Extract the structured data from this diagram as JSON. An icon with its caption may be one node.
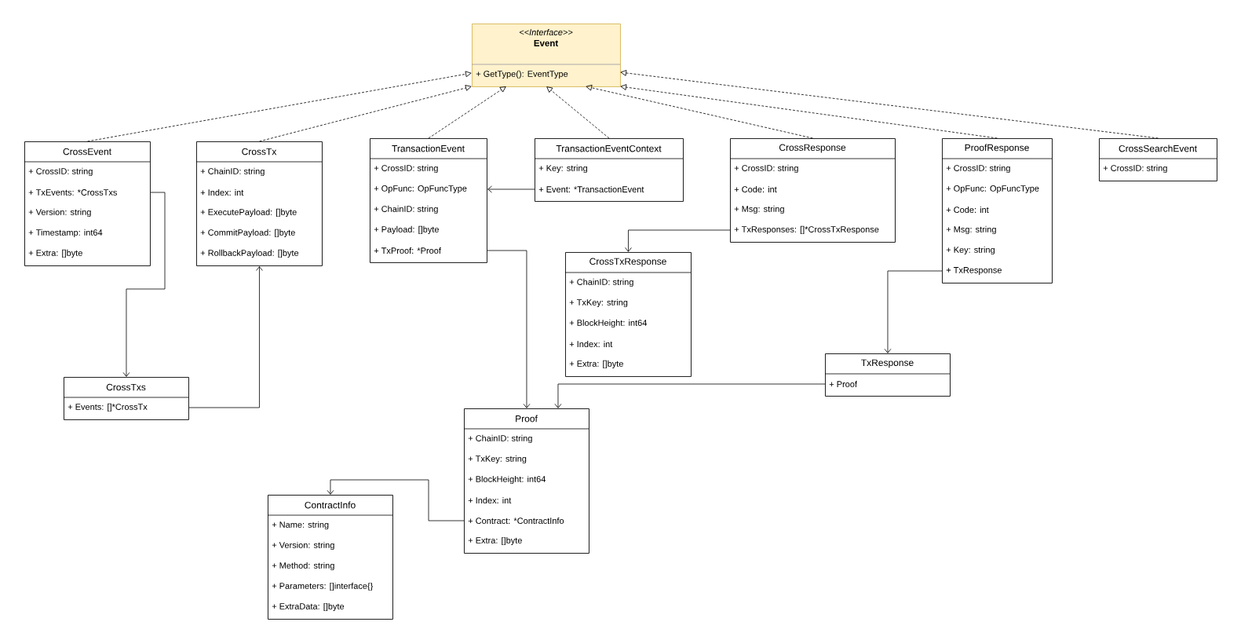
{
  "diagram": {
    "nodes": [
      {
        "text": [
          "<<Interface>>",
          "Event",
          "+ GetType(): EventType"
        ]
      },
      {
        "text": [
          "CrossEvent",
          "+ CrossID: string",
          "+ TxEvents: *CrossTxs",
          "+ Version: string",
          "+ Timestamp: int64",
          "+ Extra: []byte"
        ]
      },
      {
        "text": [
          "CrossTx",
          "+ ChainID: string",
          "+ Index: int",
          "+ ExecutePayload: []byte",
          "+ CommitPayload: []byte",
          "+ RollbackPayload: []byte"
        ]
      },
      {
        "text": [
          "TransactionEvent",
          "+ CrossID: string",
          "+ OpFunc: OpFuncType",
          "+ ChainID: string",
          "+ Payload: []byte",
          "+ TxProof: *Proof"
        ]
      },
      {
        "text": [
          "TransactionEventContext",
          "+ Key: string",
          "+ Event: *TransactionEvent"
        ]
      },
      {
        "text": [
          "CrossResponse",
          "+ CrossID: string",
          "+ Code: int",
          "+ Msg: string",
          "+ TxResponses: []*CrossTxResponse"
        ]
      },
      {
        "text": [
          "ProofResponse",
          "+ CrossID: string",
          "+ OpFunc: OpFuncType",
          "+ Code: int",
          "+ Msg: string",
          "+ Key: string",
          "+ TxResponse"
        ]
      },
      {
        "text": [
          "CrossSearchEvent",
          "+ CrossID: string"
        ]
      },
      {
        "text": [
          "CrossTxs",
          "+ Events: []*CrossTx"
        ]
      },
      {
        "text": [
          "CrossTxResponse",
          "+ ChainID: string",
          "+ TxKey: string",
          "+ BlockHeight: int64",
          "+ Index: int",
          "+ Extra: []byte"
        ]
      },
      {
        "text": [
          "TxResponse",
          "+ Proof"
        ]
      },
      {
        "text": [
          "Proof",
          "+ ChainID: string",
          "+ TxKey: string",
          "+ BlockHeight: int64",
          "+ Index: int",
          "+ Contract: *ContractInfo",
          "+ Extra: []byte"
        ]
      },
      {
        "text": [
          "ContractInfo",
          "+ Name: string",
          "+ Version: string",
          "+ Method: string",
          "+ Parameters: []interface{}",
          "+ ExtraData: []byte"
        ]
      }
    ],
    "edges": [
      {
        "from": 1,
        "to": 0,
        "arrow": "to",
        "style": "dashed"
      },
      {
        "from": 2,
        "to": 0,
        "arrow": "to",
        "style": "dashed"
      },
      {
        "from": 3,
        "to": 0,
        "arrow": "to",
        "style": "dashed"
      },
      {
        "from": 4,
        "to": 0,
        "arrow": "to",
        "style": "dashed"
      },
      {
        "from": 5,
        "to": 0,
        "arrow": "to",
        "style": "dashed"
      },
      {
        "from": 6,
        "to": 0,
        "arrow": "to",
        "style": "dashed"
      },
      {
        "from": 7,
        "to": 0,
        "arrow": "to",
        "style": "dashed"
      },
      {
        "from": 1,
        "to": 8,
        "arrow": "to"
      },
      {
        "from": 8,
        "to": 2,
        "arrow": "to"
      },
      {
        "from": 4,
        "to": 3,
        "arrow": "to"
      },
      {
        "from": 3,
        "to": 11,
        "arrow": "to"
      },
      {
        "from": 5,
        "to": 9,
        "arrow": "to"
      },
      {
        "from": 6,
        "to": 10,
        "arrow": "to"
      },
      {
        "from": 10,
        "to": 11,
        "arrow": "to"
      },
      {
        "from": 11,
        "to": 12,
        "arrow": "to"
      }
    ]
  }
}
